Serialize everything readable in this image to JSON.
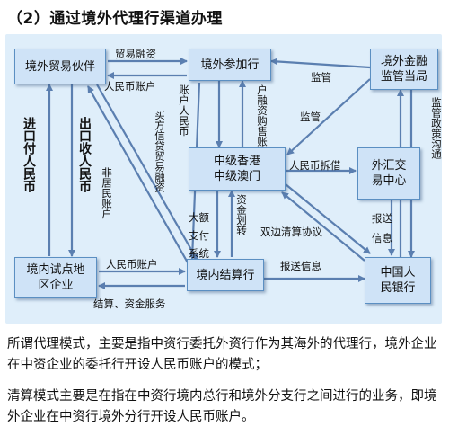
{
  "title": "（2）通过境外代理行渠道办理",
  "nodes": {
    "overseas_partner": "境外贸易伙伴",
    "overseas_participant": "境外参加行",
    "overseas_regulator": "境外金融监管当局",
    "hk_macau": "中级香港中级澳门",
    "fx_center": "外汇交易中心",
    "domestic_enterprise": "境内试点地区企业",
    "domestic_settlement": "境内结算行",
    "pboc": "中国人民银行"
  },
  "labels": {
    "trade_finance_top": "贸易融资",
    "rmb_account_top": "人民币账户",
    "import_pay": "进口付人民币",
    "export_receive": "出口收人民币",
    "account_rmb": "账户人民币",
    "finance_sell_buy": "户融资购售账",
    "trade_finance_credit": "买方信贷贸易融资",
    "non_resident_account": "非居民账户",
    "supervision_1": "监管",
    "supervision_2": "监管",
    "supervision_policy": "监管政策沟通",
    "rmb_lending": "人民币拆借",
    "large_payment": "大额支付系统",
    "fund_transfer": "资金划转",
    "border_agreement": "双边清算协议",
    "report_info_right": "报送信息",
    "rmb_account_bottom": "人民币账户",
    "report_info_bottom": "报送信息",
    "settlement_services": "结算、资金服务"
  },
  "paragraphs": [
    "所谓代理模式，主要是指中资行委托外资行作为其海外的代理行，境外企业在中资企业的委托行开设人民币账户的模式；",
    "清算模式主要是在指在中资行境内总行和境外分支行之间进行的业务，即境外企业在中资行境外分行开设人民币账户。"
  ],
  "colors": {
    "panel": "#dfeefa",
    "node_fill": "#cfe3f7",
    "node_border": "#5b8fc2",
    "arrow": "#5b7fb0"
  }
}
